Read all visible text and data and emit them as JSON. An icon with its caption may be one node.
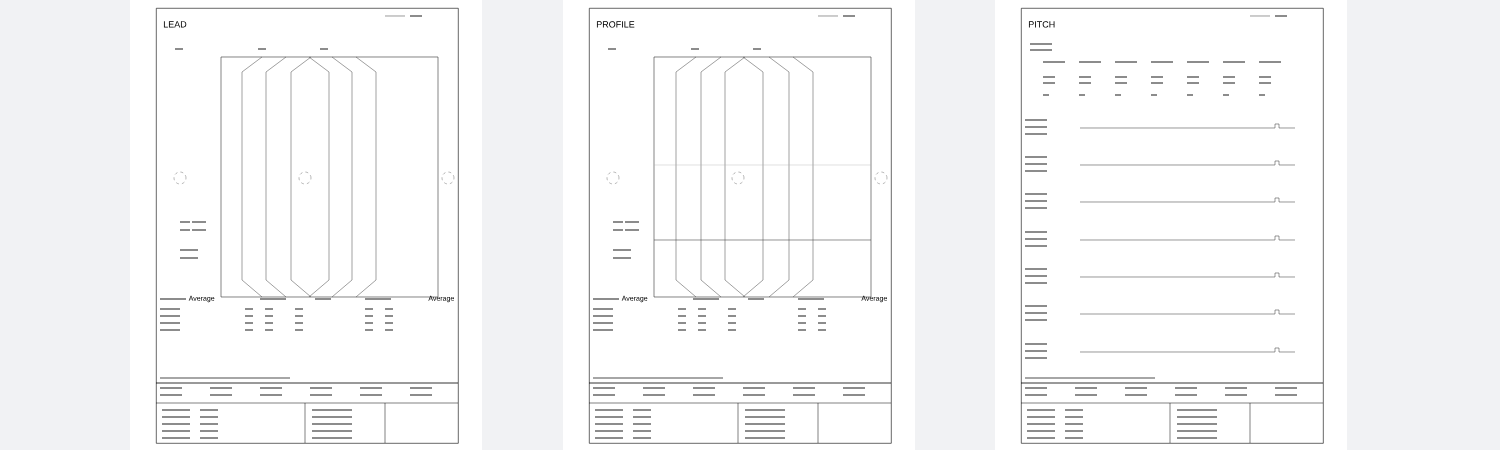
{
  "diagram": {
    "nodes": [
      {
        "text": [
          "LEAD"
        ]
      },
      {
        "text": [
          "PROFILE"
        ]
      },
      {
        "text": [
          "PITCH"
        ]
      }
    ],
    "labels": [
      "Average",
      "Average",
      "Average",
      "Average"
    ]
  }
}
